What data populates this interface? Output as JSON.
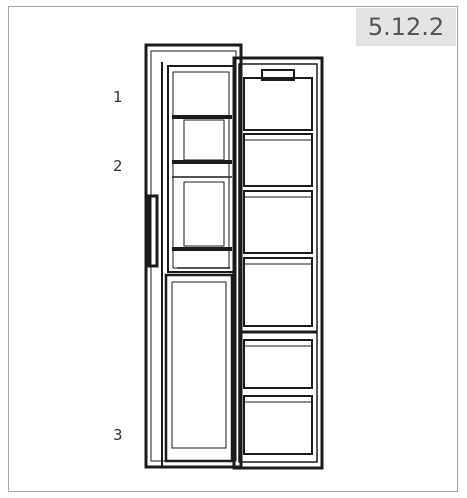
{
  "figure": {
    "label": "5.12.2",
    "callouts": [
      "1",
      "2",
      "3"
    ]
  },
  "colors": {
    "line": "#1b1b1b",
    "frame": "#a5a5a5",
    "badge_bg": "#e4e4e4",
    "badge_text": "#555555"
  }
}
